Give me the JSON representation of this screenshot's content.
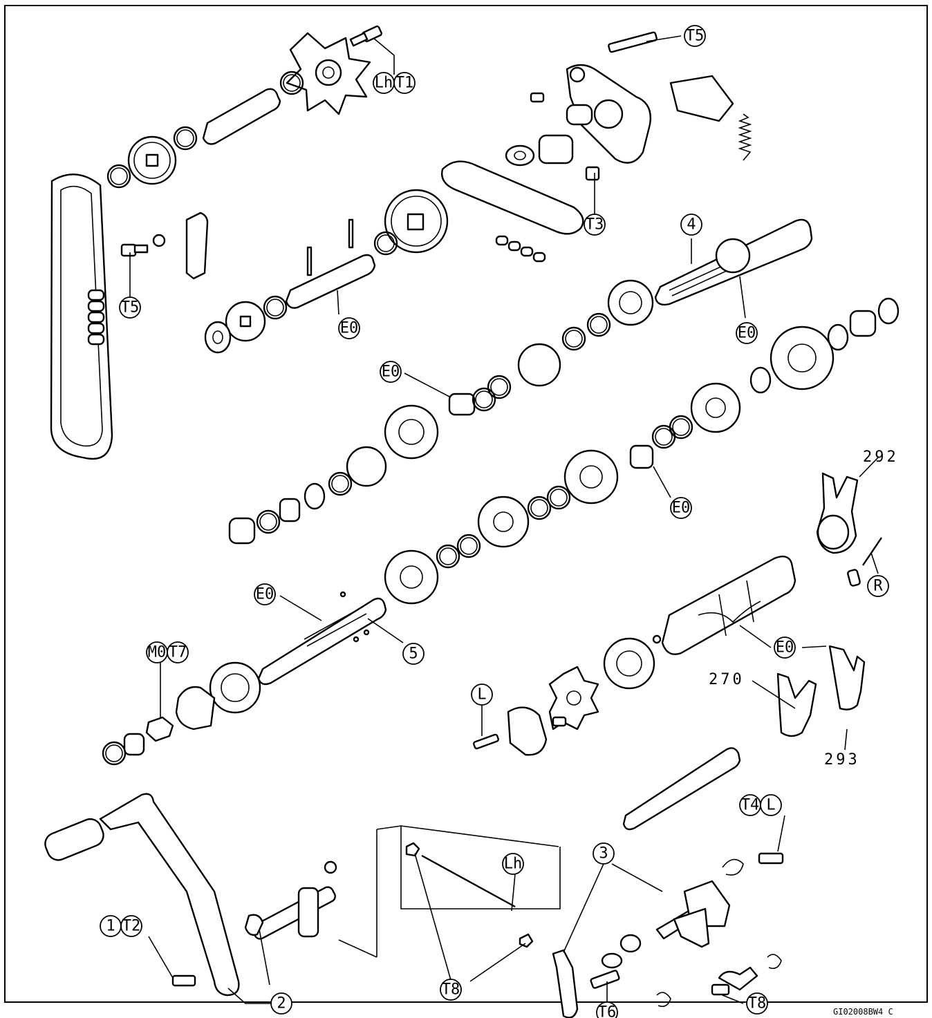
{
  "figure_code": "GI02008BW4 C",
  "callouts": [
    {
      "id": "lh-t1",
      "parts": [
        "Lh",
        "T1"
      ]
    },
    {
      "id": "t5-top",
      "parts": [
        "T5"
      ]
    },
    {
      "id": "t3",
      "parts": [
        "T3"
      ]
    },
    {
      "id": "num-4",
      "parts": [
        "4"
      ]
    },
    {
      "id": "t5-left",
      "parts": [
        "T5"
      ]
    },
    {
      "id": "e0-shaft",
      "parts": [
        "E0"
      ]
    },
    {
      "id": "e0-output",
      "parts": [
        "E0"
      ]
    },
    {
      "id": "e0-bearing",
      "parts": [
        "E0"
      ]
    },
    {
      "id": "e0-needle",
      "parts": [
        "E0"
      ]
    },
    {
      "id": "e0-drive",
      "parts": [
        "E0"
      ]
    },
    {
      "id": "num-5",
      "parts": [
        "5"
      ]
    },
    {
      "id": "mo-t7",
      "parts": [
        "M0",
        "T7"
      ]
    },
    {
      "id": "r",
      "parts": [
        "R"
      ]
    },
    {
      "id": "e0-drum",
      "parts": [
        "E0"
      ]
    },
    {
      "id": "l-screw",
      "parts": [
        "L"
      ]
    },
    {
      "id": "t4-l",
      "parts": [
        "T4",
        "L"
      ]
    },
    {
      "id": "lh-rod",
      "parts": [
        "Lh"
      ]
    },
    {
      "id": "num-3",
      "parts": [
        "3"
      ]
    },
    {
      "id": "t8-rod",
      "parts": [
        "T8"
      ]
    },
    {
      "id": "num-1-t2",
      "parts": [
        "1",
        "T2"
      ]
    },
    {
      "id": "num-2",
      "parts": [
        "2"
      ]
    },
    {
      "id": "t6",
      "parts": [
        "T6"
      ]
    },
    {
      "id": "t8-right",
      "parts": [
        "T8"
      ]
    }
  ],
  "part_numbers": [
    {
      "id": "pn-292",
      "text": "292"
    },
    {
      "id": "pn-270",
      "text": "270"
    },
    {
      "id": "pn-293",
      "text": "293"
    }
  ]
}
